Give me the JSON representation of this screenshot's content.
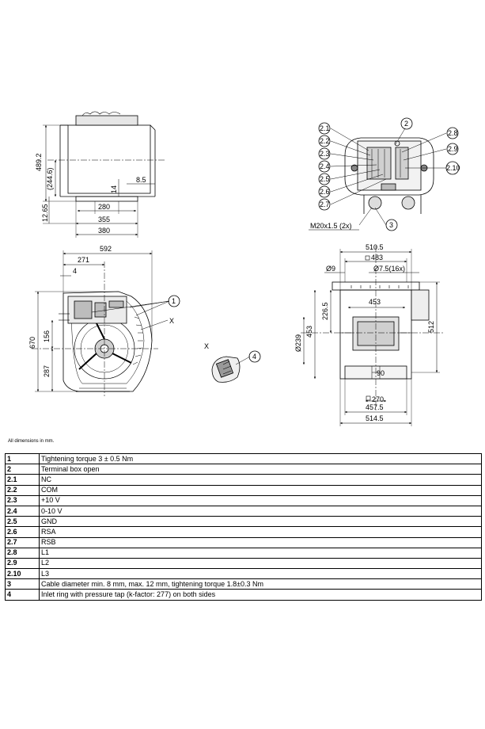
{
  "top_view": {
    "dims": {
      "h_total": "489.2",
      "h_half": "(244.6)",
      "h_foot": "12.65",
      "gap": "14",
      "flange": "8.5",
      "w1": "280",
      "w2": "355",
      "w3": "380"
    }
  },
  "terminal_view": {
    "callouts": {
      "c2_1": "2.1",
      "c2_2": "2.2",
      "c2_3": "2.3",
      "c2_4": "2.4",
      "c2_5": "2.5",
      "c2_6": "2.6",
      "c2_7": "2.7",
      "c2": "2",
      "c2_8": "2.8",
      "c2_9": "2.9",
      "c2_10": "2.10",
      "c3": "3"
    },
    "gland": "M20x1.5 (2x)"
  },
  "front_view": {
    "dims": {
      "w_total": "592",
      "w_inner": "271",
      "w_small": "4",
      "h_total": "670",
      "h_156": "156",
      "h_287": "287"
    },
    "callouts": {
      "c1": "1",
      "x": "X"
    }
  },
  "detail_x": {
    "title": "X",
    "callout": "4"
  },
  "side_view": {
    "dims": {
      "w_top": "510.5",
      "sq_483": "483",
      "dia_9": "Ø9",
      "dia_7_5": "Ø7.5(16x)",
      "w_453": "453",
      "h_226_5": "226.5",
      "h_453": "453",
      "h_512": "512",
      "dia_239": "Ø239",
      "d_90": "90",
      "sq_270": "270",
      "w_457_5": "457.5",
      "w_514_5": "514.5"
    }
  },
  "note": "All dimensions in mm.",
  "legend": [
    {
      "key": "1",
      "text": "Tightening torque 3 ± 0.5 Nm"
    },
    {
      "key": "2",
      "text": "Terminal box open"
    },
    {
      "key": "2.1",
      "text": "NC"
    },
    {
      "key": "2.2",
      "text": "COM"
    },
    {
      "key": "2.3",
      "text": "+10 V"
    },
    {
      "key": "2.4",
      "text": "0-10 V"
    },
    {
      "key": "2.5",
      "text": "GND"
    },
    {
      "key": "2.6",
      "text": "RSA"
    },
    {
      "key": "2.7",
      "text": "RSB"
    },
    {
      "key": "2.8",
      "text": "L1"
    },
    {
      "key": "2.9",
      "text": "L2"
    },
    {
      "key": "2.10",
      "text": "L3"
    },
    {
      "key": "3",
      "text": "Cable diameter min. 8 mm, max. 12 mm, tightening torque 1.8±0.3 Nm"
    },
    {
      "key": "4",
      "text": "Inlet ring with pressure tap (k-factor: 277) on both sides"
    }
  ]
}
